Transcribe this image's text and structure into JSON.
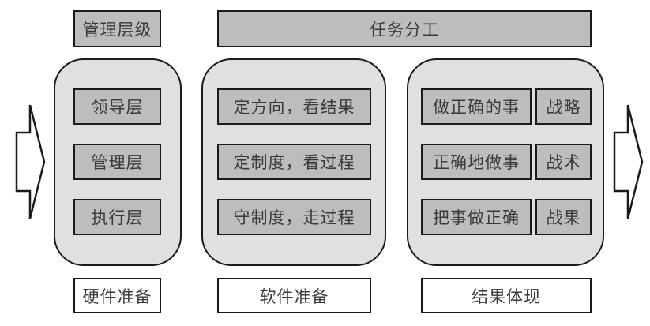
{
  "header": {
    "level_label": "管理层级",
    "task_label": "任务分工"
  },
  "columns": [
    {
      "items": [
        "领导层",
        "管理层",
        "执行层"
      ],
      "footer": "硬件准备"
    },
    {
      "items": [
        "定方向，看结果",
        "定制度，看过程",
        "守制度，走过程"
      ],
      "footer": "软件准备"
    },
    {
      "items": [
        "做正确的事",
        "正确地做事",
        "把事做正确"
      ],
      "tags": [
        "战略",
        "战术",
        "战果"
      ],
      "footer": "结果体现"
    }
  ],
  "arrows": {
    "left": "right-arrow-icon",
    "right": "right-arrow-icon"
  },
  "colors": {
    "panel_bg": "#e0e0e0",
    "box_gray": "#bdbdbd",
    "border": "#1a1a1a"
  }
}
